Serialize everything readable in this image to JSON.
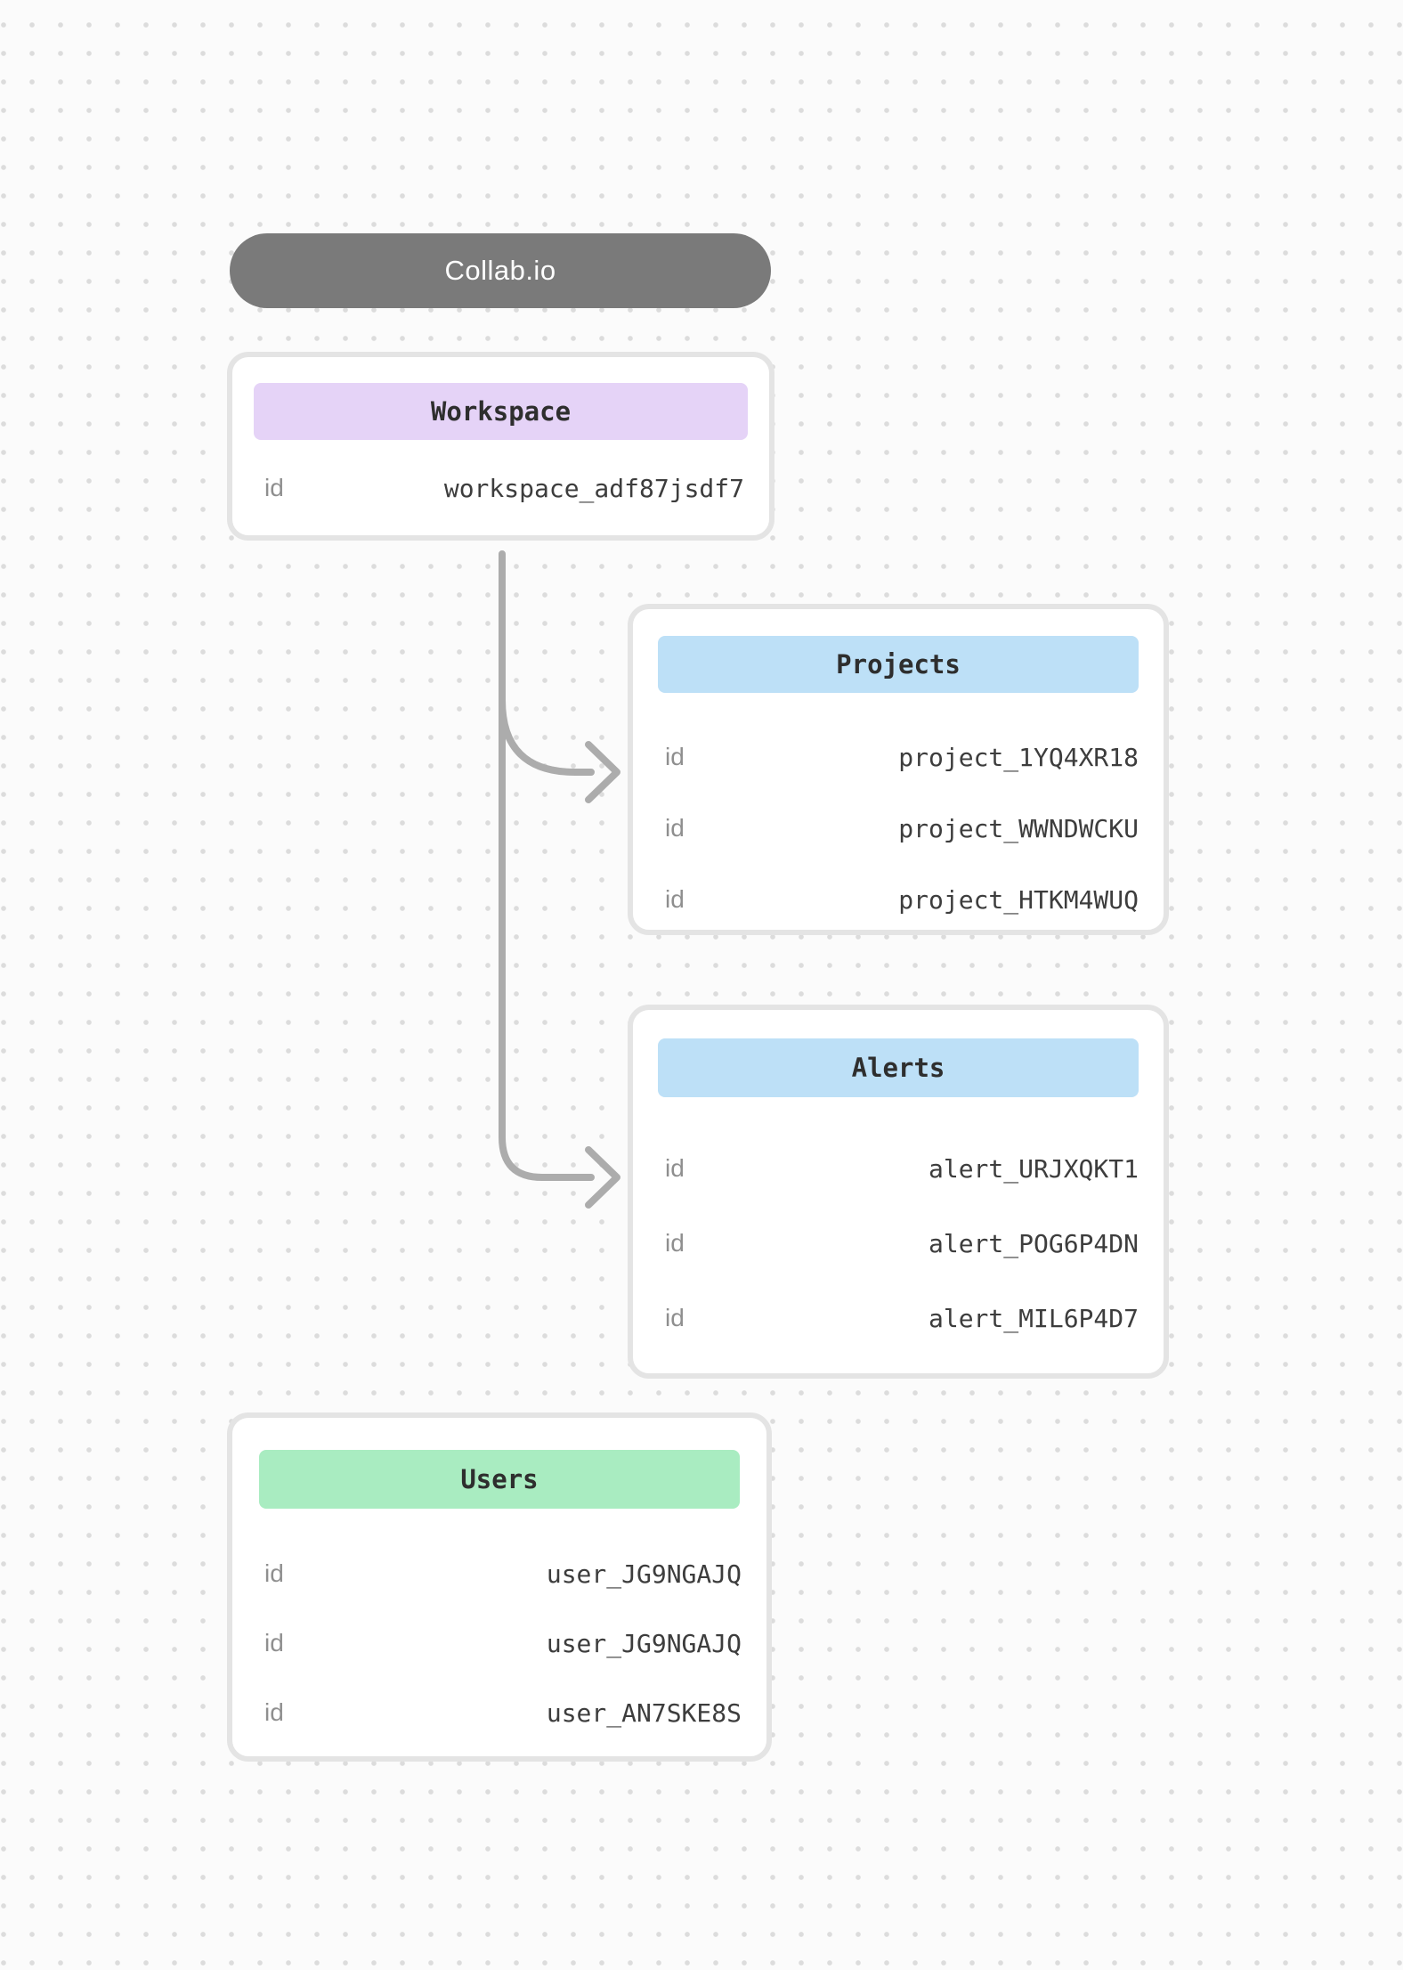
{
  "diagram_title_pill": {
    "label": "Collab.io"
  },
  "cards": {
    "workspace": {
      "title": "Workspace",
      "rows": [
        {
          "label": "id",
          "value": "workspace_adf87jsdf7"
        }
      ]
    },
    "projects": {
      "title": "Projects",
      "rows": [
        {
          "label": "id",
          "value": "project_1YQ4XR18"
        },
        {
          "label": "id",
          "value": "project_WWNDWCKU"
        },
        {
          "label": "id",
          "value": "project_HTKM4WUQ"
        }
      ]
    },
    "alerts": {
      "title": "Alerts",
      "rows": [
        {
          "label": "id",
          "value": "alert_URJXQKT1"
        },
        {
          "label": "id",
          "value": "alert_POG6P4DN"
        },
        {
          "label": "id",
          "value": "alert_MIL6P4D7"
        }
      ]
    },
    "users": {
      "title": "Users",
      "rows": [
        {
          "label": "id",
          "value": "user_JG9NGAJQ"
        },
        {
          "label": "id",
          "value": "user_JG9NGAJQ"
        },
        {
          "label": "id",
          "value": "user_AN7SKE8S"
        }
      ]
    }
  },
  "colors": {
    "pill_bg": "#7a7a7a",
    "workspace_header": "#e5d3f7",
    "projects_header": "#bde0f7",
    "alerts_header": "#bde0f7",
    "users_header": "#a9ecc1",
    "arrow": "#acacac",
    "card_border": "#e4e4e4"
  }
}
